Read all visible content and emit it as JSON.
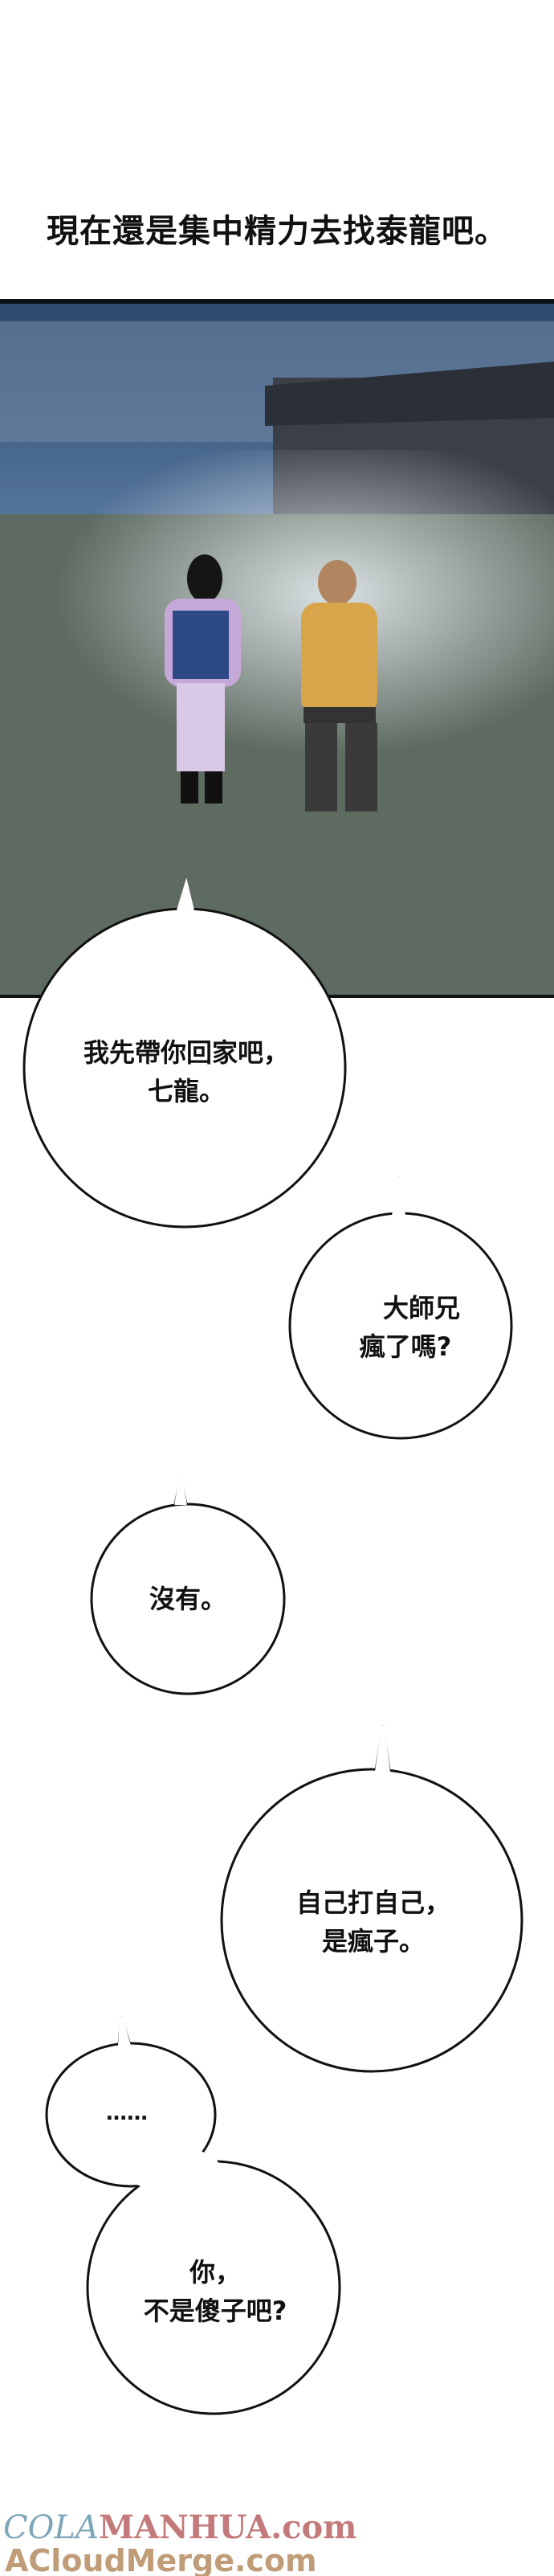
{
  "narration": "現在還是集中精力去找泰龍吧。",
  "bubbles": [
    {
      "line1": "我先帶你回家吧，",
      "line2": "七龍。"
    },
    {
      "line1": "大師兄",
      "line2": "瘋了嗎?"
    },
    {
      "line1": "沒有。"
    },
    {
      "line1": "自己打自己，",
      "line2": "是瘋子。"
    },
    {
      "line1": "……"
    },
    {
      "line1": "你，",
      "line2": "不是傻子吧?"
    }
  ],
  "watermark": {
    "part1": "COLA",
    "part2": "MANHUA.com",
    "line2": "ACloudMerge.com"
  }
}
